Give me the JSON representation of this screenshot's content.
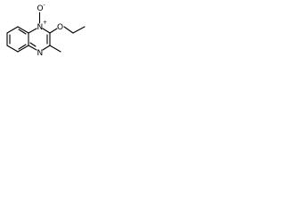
{
  "molecule": {
    "atoms": {
      "n_top": "N",
      "n_top_charge": "+",
      "oxide_o": "O",
      "oxide_charge": "-",
      "ether_o": "O",
      "n_bottom": "N"
    }
  }
}
